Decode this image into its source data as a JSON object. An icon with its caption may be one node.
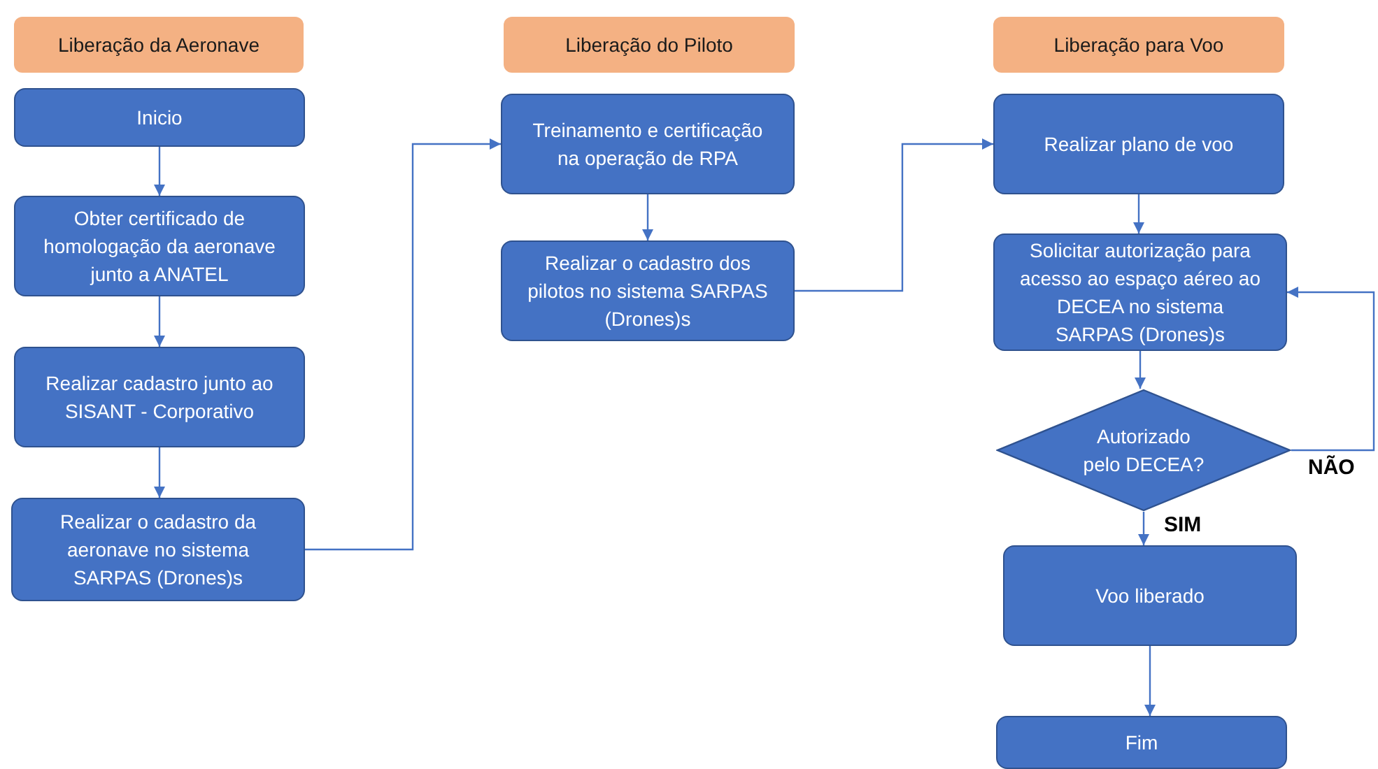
{
  "diagram": {
    "nodes": [
      {
        "text": [
          "Liberação da Aeronave"
        ]
      },
      {
        "text": [
          "Inicio"
        ]
      },
      {
        "text": [
          "Obter certificado de homologação da aeronave junto a ANATEL"
        ]
      },
      {
        "text": [
          "Realizar cadastro junto ao SISANT - Corporativo"
        ]
      },
      {
        "text": [
          "Realizar o cadastro da aeronave no sistema SARPAS (Drones)s"
        ]
      },
      {
        "text": [
          "Liberação do Piloto"
        ]
      },
      {
        "text": [
          "Treinamento e certificação na operação de RPA"
        ]
      },
      {
        "text": [
          "Realizar o cadastro dos pilotos no sistema SARPAS (Drones)s"
        ]
      },
      {
        "text": [
          "Liberação para Voo"
        ]
      },
      {
        "text": [
          "Realizar plano de voo"
        ]
      },
      {
        "text": [
          "Solicitar autorização para acesso ao espaço aéreo ao DECEA no sistema SARPAS (Drones)s"
        ]
      },
      {
        "text": [
          "Autorizado pelo DECEA?"
        ]
      },
      {
        "text": [
          "Voo liberado"
        ]
      },
      {
        "text": [
          "Fim"
        ]
      }
    ],
    "edges": [
      {
        "from": 1,
        "to": 2,
        "arrow": "to"
      },
      {
        "from": 2,
        "to": 3,
        "arrow": "to"
      },
      {
        "from": 3,
        "to": 4,
        "arrow": "to"
      },
      {
        "from": 4,
        "to": 6,
        "arrow": "to"
      },
      {
        "from": 6,
        "to": 7,
        "arrow": "to"
      },
      {
        "from": 7,
        "to": 9,
        "arrow": "to"
      },
      {
        "from": 9,
        "to": 10,
        "arrow": "to"
      },
      {
        "from": 10,
        "to": 11,
        "arrow": "to"
      },
      {
        "from": 11,
        "to": 12,
        "arrow": "to",
        "label": "SIM"
      },
      {
        "from": 11,
        "to": 10,
        "arrow": "to",
        "label": "NÃO"
      },
      {
        "from": 12,
        "to": 13,
        "arrow": "to"
      }
    ]
  }
}
